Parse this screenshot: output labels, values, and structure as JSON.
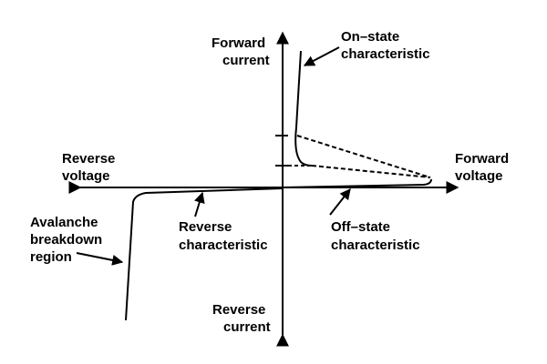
{
  "labels": {
    "forward_current": [
      "Forward",
      "current"
    ],
    "on_state": [
      "On–state",
      "characteristic"
    ],
    "reverse_voltage": [
      "Reverse",
      "voltage"
    ],
    "forward_voltage": [
      "Forward",
      "voltage"
    ],
    "avalanche": [
      "Avalanche",
      "breakdown",
      "region"
    ],
    "reverse_characteristic": [
      "Reverse",
      "characteristic"
    ],
    "off_state": [
      "Off–state",
      "characteristic"
    ],
    "reverse_current": [
      "Reverse",
      "current"
    ]
  },
  "colors": {
    "ink": "#000000",
    "background": "#ffffff"
  }
}
